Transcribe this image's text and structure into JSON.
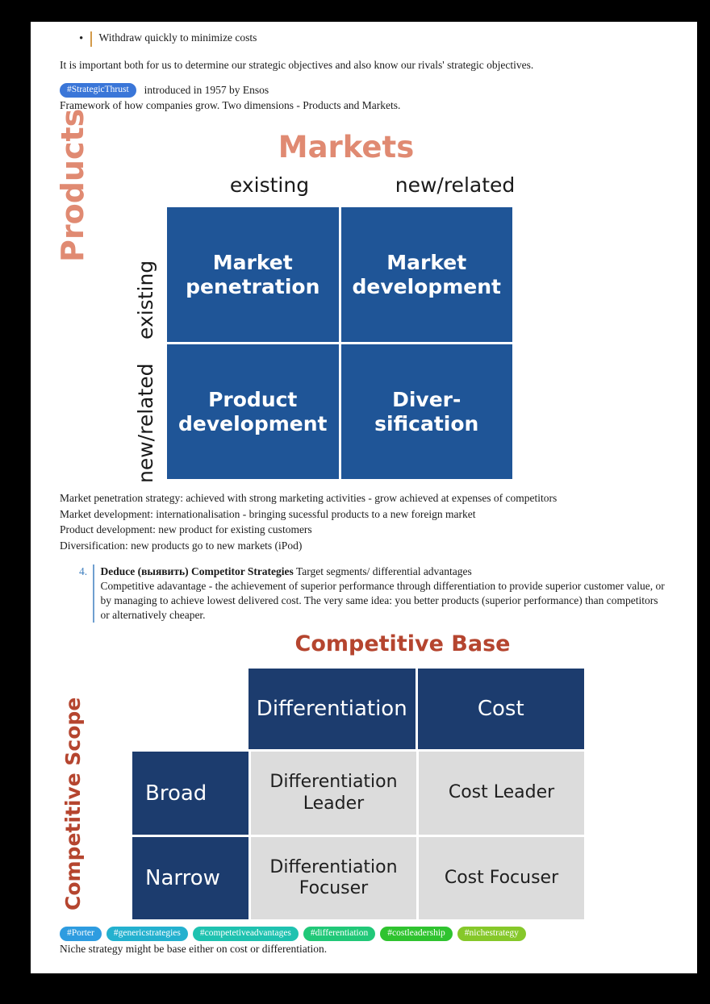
{
  "document": {
    "bullet": {
      "marker": "•",
      "text": "Withdraw quickly to minimize costs"
    },
    "intro_paragraph": "It is important both for us to determine our strategic objectives and also know our rivals' strategic objectives.",
    "strategic_thrust": {
      "tag": "#StrategicThrust",
      "tag_color": "#3a76d8",
      "after_tag_text": "introduced in 1957 by Ensos",
      "description": "Framework of how companies grow. Two dimensions - Products and Markets."
    },
    "ansoff_matrix": {
      "title": "Markets",
      "title_color": "#e08a72",
      "row_axis_title": "Products",
      "column_headers": [
        "existing",
        "new/related"
      ],
      "row_headers": [
        "existing",
        "new/related"
      ],
      "cells": [
        "Market penetration",
        "Market development",
        "Product development",
        "Diver-\nsification"
      ],
      "cell_color": "#1f5597"
    },
    "ansoff_notes": [
      "Market penetration strategy: achieved with strong marketing activities - grow achieved at expenses of competitors",
      "Market development: internationalisation - bringing sucessful products to a new foreign market",
      "Product development: new product for existing customers",
      "Diversification: new products go to new markets (iPod)"
    ],
    "item4": {
      "marker": "4.",
      "heading": "Deduce (выявить) Competitor Strategies",
      "heading_rest": "Target segments/ differential advantages",
      "body": "Competitive adavantage - the achievement of superior performance through differentiation to provide superior customer value, or by managing to achieve lowest delivered cost. The very same idea: you better products (superior performance) than competitors or alternatively cheaper."
    },
    "porter_matrix": {
      "title": "Competitive Base",
      "title_color": "#b5452f",
      "scope_label": "Competitive Scope",
      "column_headers": [
        "Differentiation",
        "Cost"
      ],
      "row_headers": [
        "Broad",
        "Narrow"
      ],
      "cells": [
        "Differentiation Leader",
        "Cost Leader",
        "Differentiation Focuser",
        "Cost Focuser"
      ],
      "header_color": "#1c3c6e",
      "cell_color": "#dcdcdc"
    },
    "tags": [
      {
        "label": "#Porter",
        "color": "#2e9ce0"
      },
      {
        "label": "#genericstrategies",
        "color": "#24b1cf"
      },
      {
        "label": "#competetiveadvantages",
        "color": "#1fc2b0"
      },
      {
        "label": "#differentiation",
        "color": "#21c878"
      },
      {
        "label": "#costleadership",
        "color": "#2fc32f"
      },
      {
        "label": "#nichestrategy",
        "color": "#86c82a"
      }
    ],
    "closing_note": "Niche strategy might be base either on cost or differentiation."
  }
}
